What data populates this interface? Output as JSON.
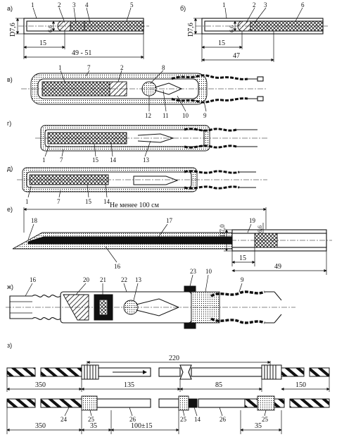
{
  "panels": {
    "a": {
      "letter": "а)"
    },
    "b": {
      "letter": "б)"
    },
    "v": {
      "letter": "в)"
    },
    "g": {
      "letter": "г)"
    },
    "d": {
      "letter": "д)"
    },
    "e": {
      "letter": "е)"
    },
    "zh": {
      "letter": "ж)"
    },
    "z": {
      "letter": "з)"
    }
  },
  "callouts": {
    "a": [
      "1",
      "2",
      "3",
      "4",
      "5"
    ],
    "b": [
      "1",
      "2",
      "3",
      "6"
    ],
    "v": [
      "1",
      "7",
      "2",
      "8",
      "12",
      "11",
      "10",
      "9"
    ],
    "g": [
      "1",
      "7",
      "15",
      "14",
      "13"
    ],
    "d": [
      "1",
      "7",
      "15",
      "14"
    ],
    "e": [
      "18",
      "17",
      "16",
      "19"
    ],
    "zh": [
      "16",
      "20",
      "21",
      "22",
      "13",
      "23",
      "10",
      "9"
    ],
    "z": [
      "24",
      "25",
      "26",
      "25",
      "14",
      "26",
      "25"
    ]
  },
  "dimensions": {
    "a": {
      "outer_d": "D7,6",
      "inner_d": "6,6",
      "len_short": "15",
      "len_total": "49 - 51"
    },
    "b": {
      "outer_d": "D7,6",
      "inner_d": "6,6",
      "len_short": "15",
      "len_total": "47"
    },
    "e": {
      "overall": "Не менее 100 см",
      "outer_d": "D7,0",
      "inner_d": "6,6",
      "len_short": "15",
      "len_total": "49"
    },
    "z_top": {
      "overall": "220",
      "left": "350",
      "middle": "135",
      "right_mid": "85",
      "right": "150"
    },
    "z_bottom": {
      "left": "350",
      "a": "35",
      "b": "100±15",
      "c": "35"
    }
  }
}
